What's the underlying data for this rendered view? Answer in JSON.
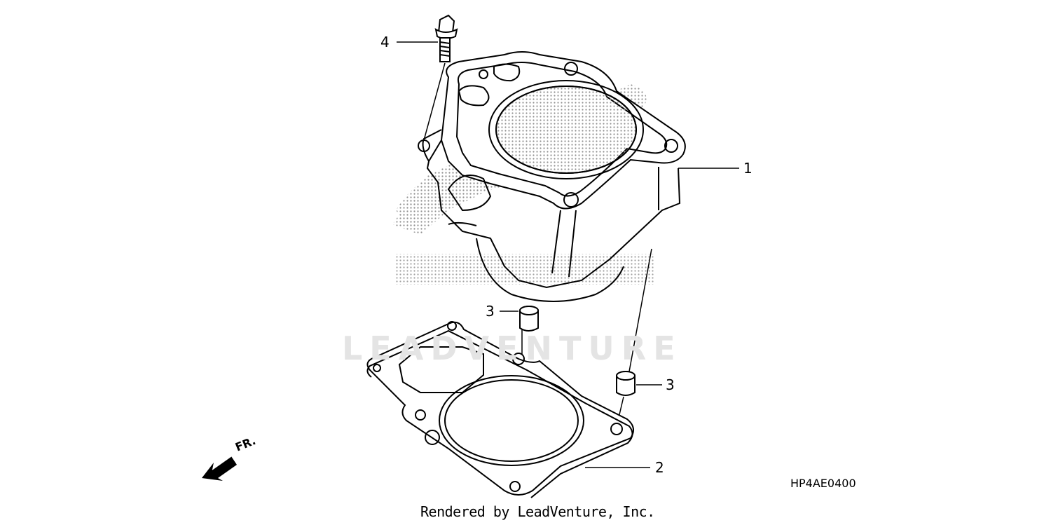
{
  "callouts": {
    "cylinder": "1",
    "gasket": "2",
    "dowel_left": "3",
    "dowel_right": "3",
    "bolt": "4"
  },
  "diagram_code": "HP4AE0400",
  "footer": "Rendered by LeadVenture, Inc.",
  "watermark": "LEADVENTURE",
  "direction_label": "FR.",
  "colors": {
    "line": "#000000",
    "stipple": "#9a9a9a",
    "watermark": "#e4e4e4"
  },
  "icons": [
    "front-direction-arrow-icon"
  ]
}
